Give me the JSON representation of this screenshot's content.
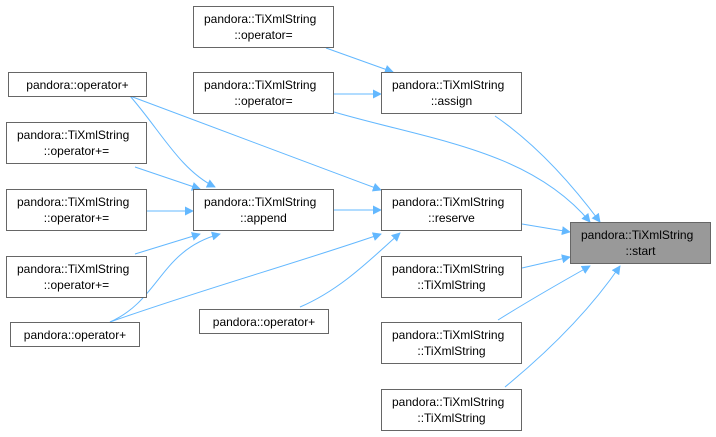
{
  "nodes": {
    "start": [
      "pandora::TiXmlString",
      "::start"
    ],
    "op_eq_top": [
      "pandora::TiXmlString",
      "::operator="
    ],
    "op_eq_mid": [
      "pandora::TiXmlString",
      "::operator="
    ],
    "assign": [
      "pandora::TiXmlString",
      "::assign"
    ],
    "op_plus_top": [
      "pandora::operator+"
    ],
    "op_pluseq_1": [
      "pandora::TiXmlString",
      "::operator+="
    ],
    "op_pluseq_2": [
      "pandora::TiXmlString",
      "::operator+="
    ],
    "op_pluseq_3": [
      "pandora::TiXmlString",
      "::operator+="
    ],
    "op_plus_bottom": [
      "pandora::operator+"
    ],
    "append": [
      "pandora::TiXmlString",
      "::append"
    ],
    "reserve": [
      "pandora::TiXmlString",
      "::reserve"
    ],
    "op_plus_mid": [
      "pandora::operator+"
    ],
    "ctor_1": [
      "pandora::TiXmlString",
      "::TiXmlString"
    ],
    "ctor_2": [
      "pandora::TiXmlString",
      "::TiXmlString"
    ],
    "ctor_3": [
      "pandora::TiXmlString",
      "::TiXmlString"
    ]
  },
  "colors": {
    "edge": "#63b8ff",
    "border": "#666666",
    "highlight": "#999999"
  }
}
